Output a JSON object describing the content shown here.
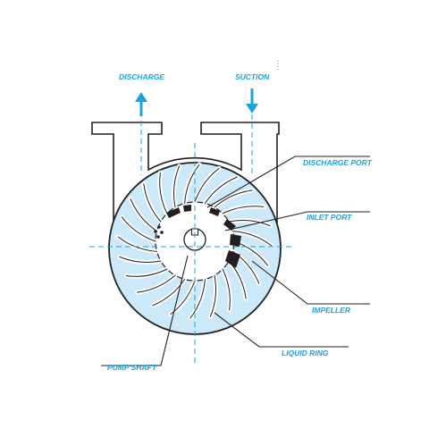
{
  "labels": {
    "discharge": "DISCHARGE",
    "suction": "SUCTION",
    "discharge_port": "DISCHARGE PORT",
    "inlet_port": "INLET PORT",
    "impeller": "IMPELLER",
    "liquid_ring": "LIQUID RING",
    "pump_shaft": "PUMP SHAFT"
  },
  "colors": {
    "accent": "#1aa3dd",
    "liquid": "#cbe9f8",
    "outline": "#231f20",
    "port_fill": "#231f20"
  },
  "impeller": {
    "blade_count": 24
  }
}
